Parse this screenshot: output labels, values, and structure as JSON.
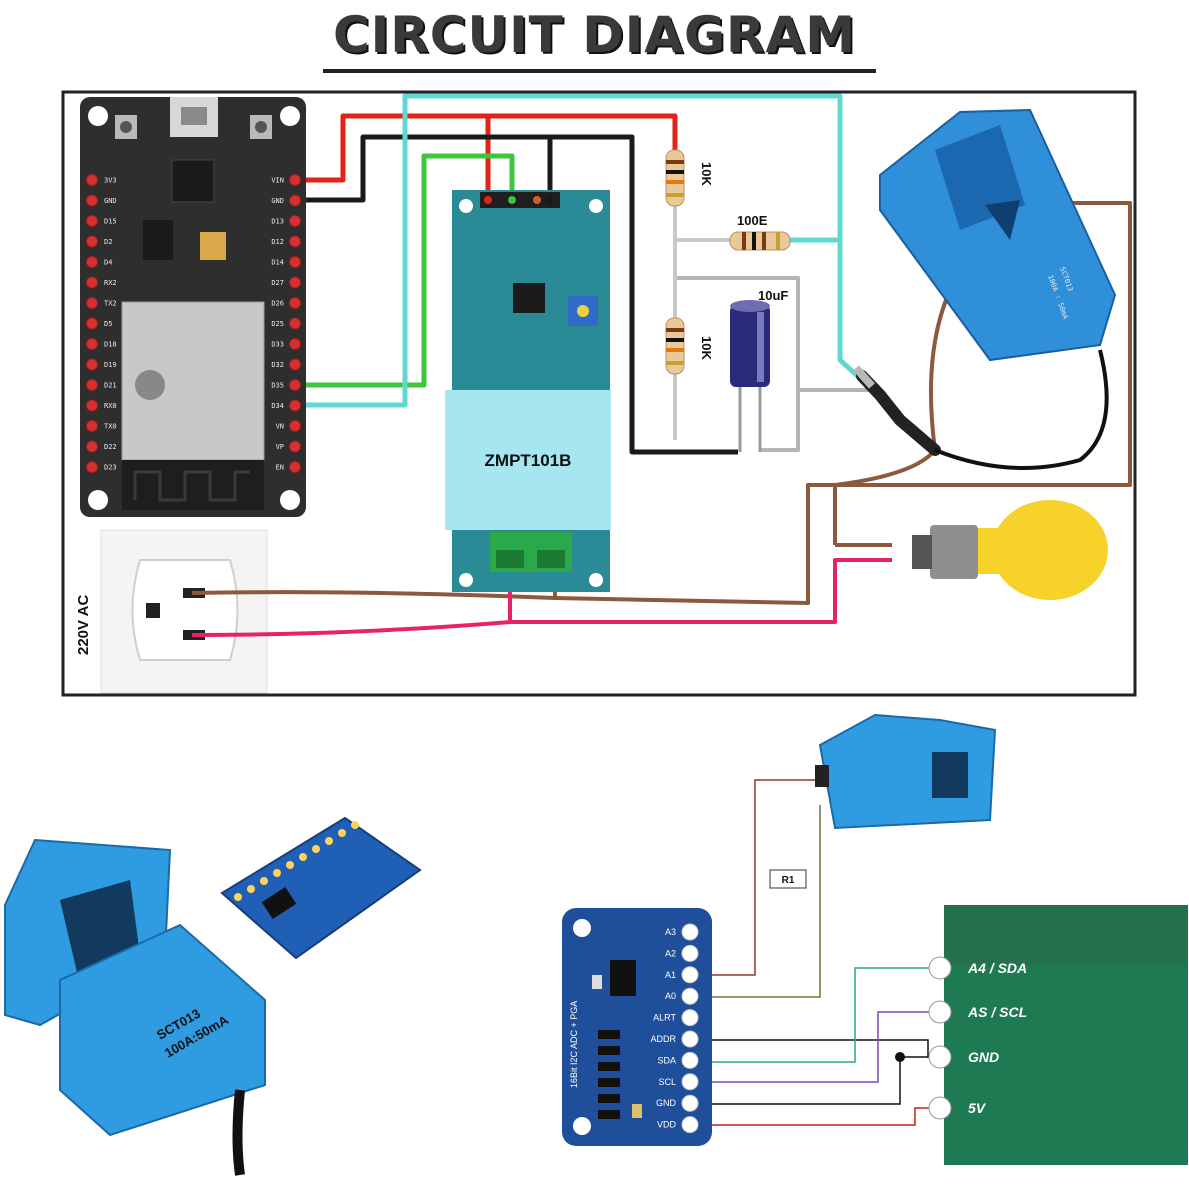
{
  "title": "CIRCUIT DIAGRAM",
  "labels": {
    "zmpt": "ZMPT101B",
    "r_top": "10K",
    "r_series": "100E",
    "r_bottom": "10K",
    "cap": "10uF",
    "ac_source": "220V AC",
    "sct_side": "SCT013",
    "sct_rating_small": "100A : 50mA",
    "sct_photo_name": "SCT013",
    "sct_photo_rating": "100A:50mA",
    "r1": "R1",
    "adc_board_text": "16Bit I2C ADC + PGA"
  },
  "esp_pins_left": [
    "3V3",
    "GND",
    "D15",
    "D2",
    "D4",
    "RX2",
    "TX2",
    "D5",
    "D18",
    "D19",
    "D21",
    "RX0",
    "TX0",
    "D22",
    "D23"
  ],
  "esp_pins_right": [
    "VIN",
    "GND",
    "D13",
    "D12",
    "D14",
    "D27",
    "D26",
    "D25",
    "D33",
    "D32",
    "D35",
    "D34",
    "VN",
    "VP",
    "EN"
  ],
  "adc_pins": [
    "A3",
    "A2",
    "A1",
    "A0",
    "ALRT",
    "ADDR",
    "SDA",
    "SCL",
    "GND",
    "VDD"
  ],
  "target_pins": [
    "A4 / SDA",
    "AS / SCL",
    "GND",
    "5V"
  ],
  "colors": {
    "wire_red": "#e2231a",
    "wire_black": "#1a1a1a",
    "wire_green": "#3ec43e",
    "wire_cyan": "#5fd9d0",
    "wire_brown": "#8b5a3c",
    "wire_pink": "#e8226a",
    "wire_gray": "#b5b5b5",
    "sensor_blue": "#2f8fd8",
    "adc_blue": "#1f4f9a",
    "pcb_teal": "#2a8a96",
    "bulb_yellow": "#f6d22a",
    "target_green": "#1d7a52"
  }
}
